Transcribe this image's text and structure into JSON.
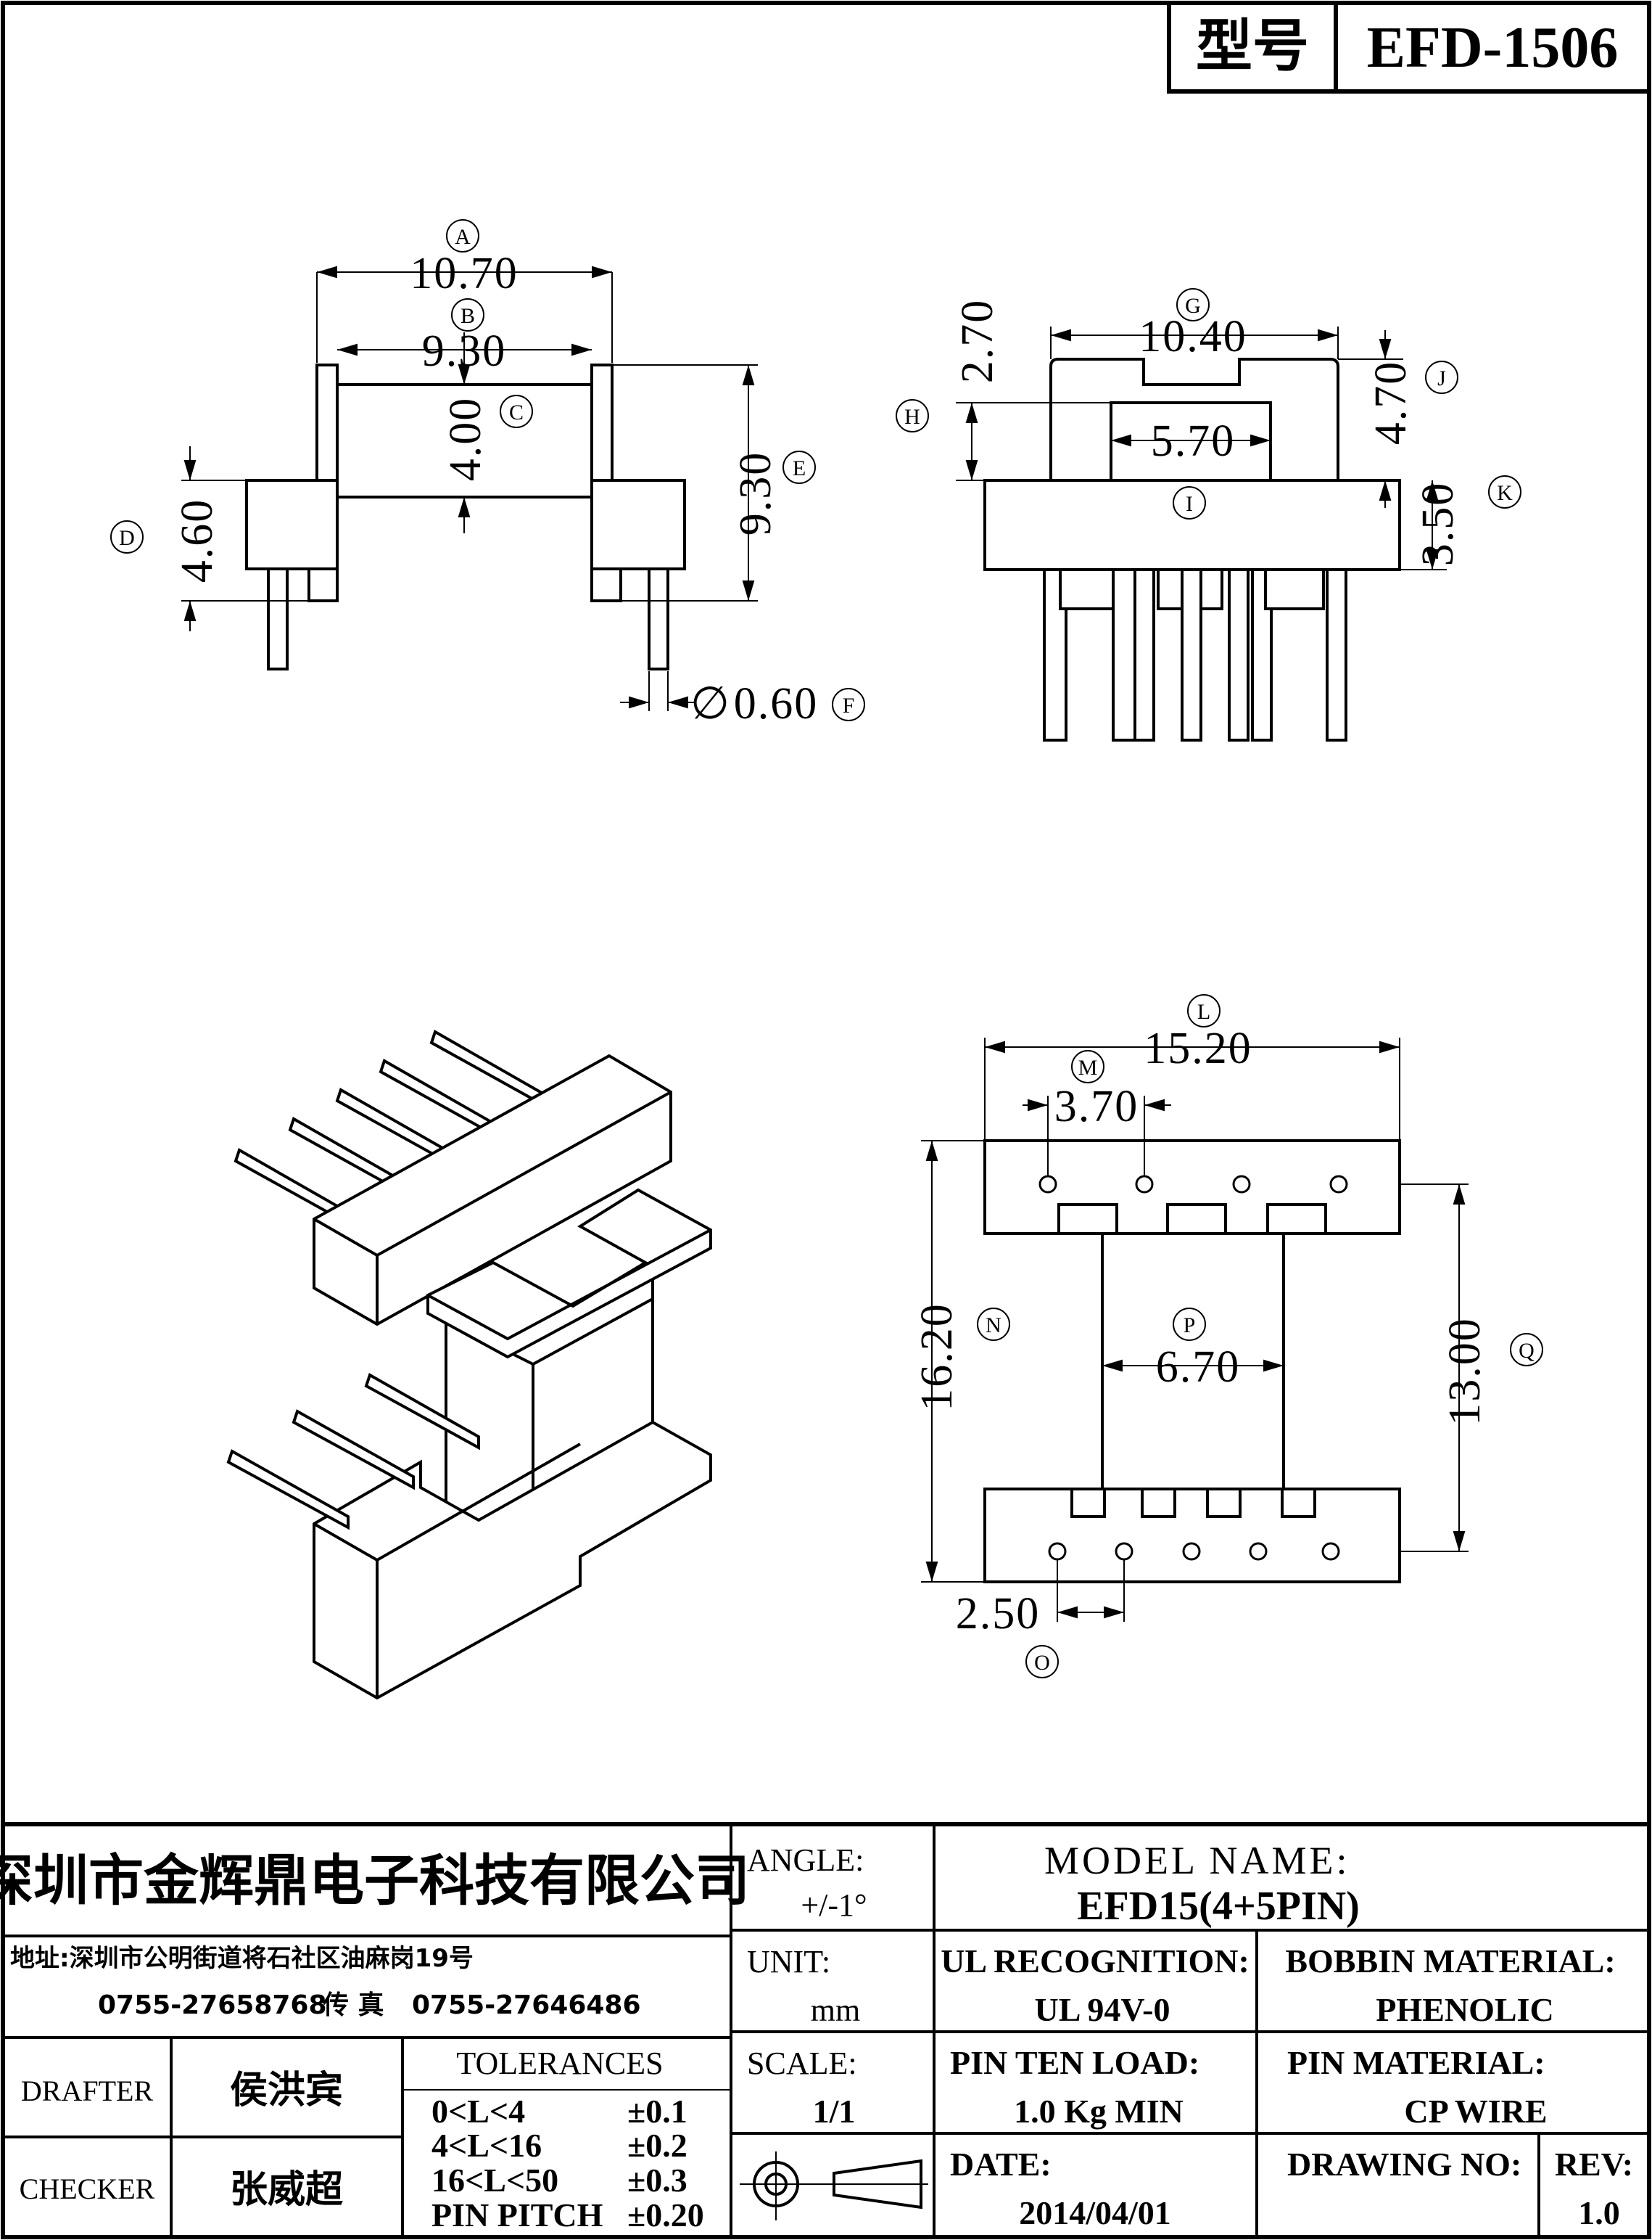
{
  "header": {
    "type_label": "型号",
    "model_code": "EFD-1506"
  },
  "front_view": {
    "dim_a": "10.70",
    "dim_b": "9.30",
    "dim_c": "4.00",
    "dim_d": "4.60",
    "dim_e": "9.30",
    "dim_f": "0.60",
    "dia_symbol": "∅",
    "labels": {
      "a": "A",
      "b": "B",
      "c": "C",
      "d": "D",
      "e": "E",
      "f": "F"
    }
  },
  "side_view": {
    "dim_g": "10.40",
    "dim_h": "2.70",
    "dim_i": "5.70",
    "dim_j": "4.70",
    "dim_k": "3.50",
    "labels": {
      "g": "G",
      "h": "H",
      "i": "I",
      "j": "J",
      "k": "K"
    }
  },
  "top_view": {
    "dim_l": "15.20",
    "dim_m": "3.70",
    "dim_n": "16.20",
    "dim_o": "2.50",
    "dim_p": "6.70",
    "dim_q": "13.00",
    "labels": {
      "l": "L",
      "m": "M",
      "n": "N",
      "o": "O",
      "p": "P",
      "q": "Q"
    }
  },
  "title_block": {
    "company": "深圳市金辉鼎电子科技有限公司",
    "address": "地址:深圳市公明街道将石社区油麻岗19号",
    "phone": "0755-27658768",
    "fax_label": "传 真",
    "fax": "0755-27646486",
    "angle_label": "ANGLE:",
    "angle_value": "+/-1°",
    "unit_label": "UNIT:",
    "unit_value": "mm",
    "scale_label": "SCALE:",
    "scale_value": "1/1",
    "model_name_label": "MODEL NAME:",
    "model_name_value": "EFD15(4+5PIN)",
    "ul_label": "UL RECOGNITION:",
    "ul_value": "UL 94V-0",
    "bobbin_label": "BOBBIN MATERIAL:",
    "bobbin_value": "PHENOLIC",
    "pin_load_label": "PIN TEN LOAD:",
    "pin_load_value": "1.0 Kg MIN",
    "pin_material_label": "PIN MATERIAL:",
    "pin_material_value": "CP WIRE",
    "date_label": "DATE:",
    "date_value": "2014/04/01",
    "drawing_no_label": "DRAWING NO:",
    "drawing_no_value": "",
    "rev_label": "REV:",
    "rev_value": "1.0",
    "drafter_label": "DRAFTER",
    "drafter_name": "侯洪宾",
    "checker_label": "CHECKER",
    "checker_name": "张威超",
    "tolerances_label": "TOLERANCES",
    "tolerances": [
      {
        "range": "0<L<4",
        "value": "±0.1"
      },
      {
        "range": "4<L<16",
        "value": "±0.2"
      },
      {
        "range": "16<L<50",
        "value": "±0.3"
      },
      {
        "range": "PIN PITCH",
        "value": "±0.20"
      }
    ]
  }
}
